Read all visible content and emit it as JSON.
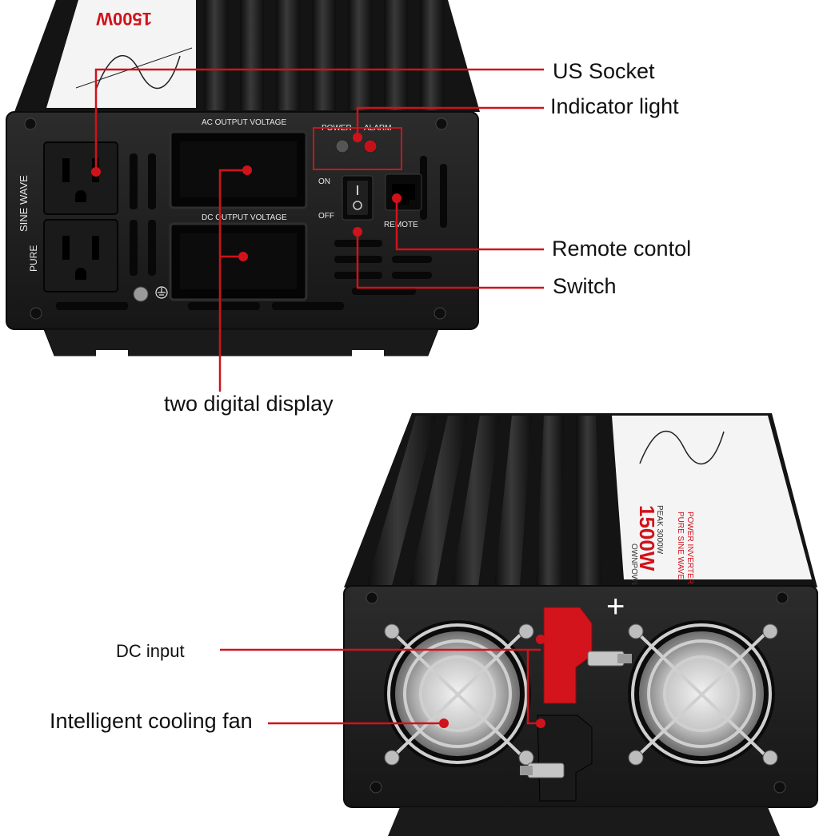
{
  "colors": {
    "accent_red": "#d0121b",
    "housing": "#1b1b1b",
    "panel": "#2a2a2a",
    "label_bg": "#f4f4f4"
  },
  "callouts": {
    "us_socket": "US Socket",
    "indicator_light": "Indicator light",
    "remote_control": "Remote contol",
    "switch": "Switch",
    "two_digital_display": "two digital display",
    "dc_input": "DC input",
    "cooling_fan": "Intelligent cooling fan"
  },
  "panel_labels": {
    "ac_output_voltage": "AC OUTPUT VOLTAGE",
    "dc_output_voltage": "DC OUTPUT VOLTAGE",
    "power": "POWER",
    "alarm": "ALARM",
    "on": "ON",
    "off": "OFF",
    "remote": "REMOTE",
    "sine_wave": "SINE WAVE",
    "pure": "PURE",
    "plus": "+"
  },
  "product_label": {
    "model": "1500W",
    "line1": "POWER INVERTER",
    "line2": "PURE SINE WAVE",
    "peak": "PEAK 3000W",
    "brand": "OWNPOWER"
  },
  "icons": [
    "ground-icon",
    "sine-wave-icon",
    "fan-grille-icon",
    "terminal-icon",
    "rocker-switch-icon",
    "rj-jack-icon"
  ]
}
